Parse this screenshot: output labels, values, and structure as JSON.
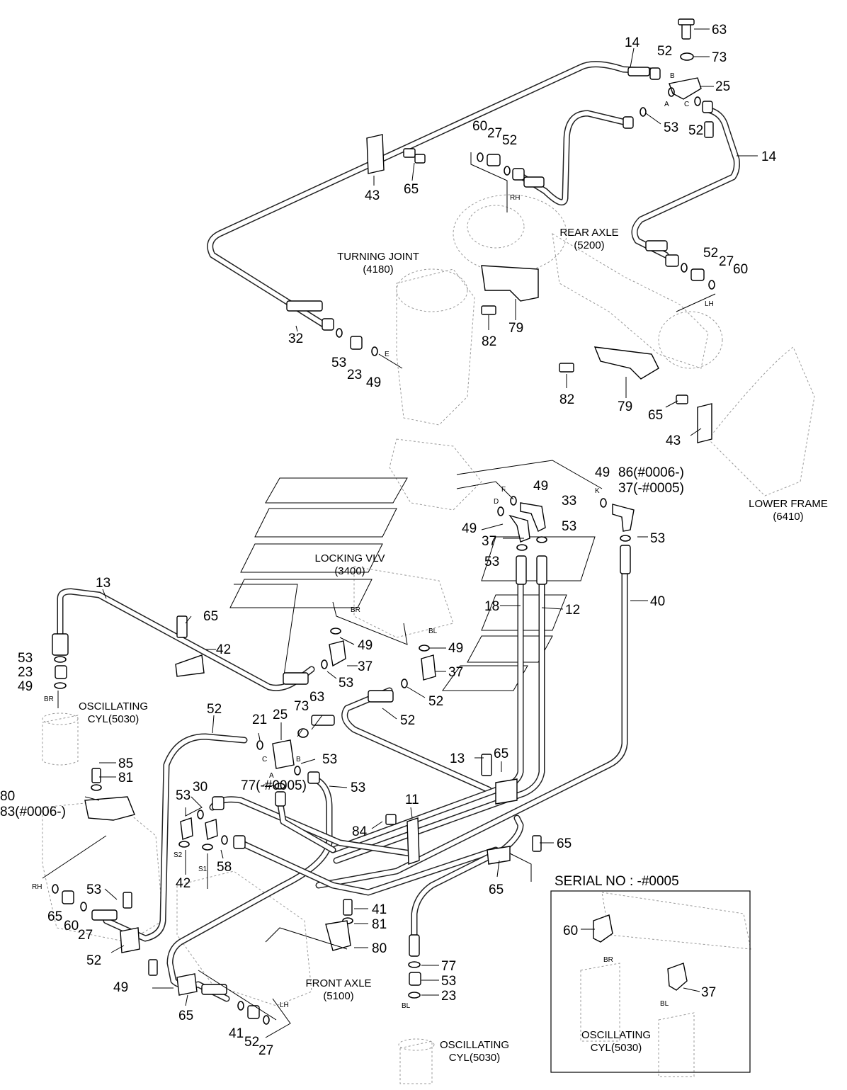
{
  "callouts": [
    "63",
    "73",
    "52",
    "14",
    "25",
    "53",
    "52",
    "14",
    "60",
    "27",
    "52",
    "43",
    "65",
    "52",
    "27",
    "60",
    "32",
    "53",
    "23",
    "49",
    "82",
    "79",
    "82",
    "79",
    "65",
    "43",
    "49",
    "86(#0006-)",
    "37(-#0005)",
    "49",
    "33",
    "49",
    "53",
    "37",
    "53",
    "53",
    "13",
    "65",
    "42",
    "53",
    "23",
    "49",
    "18",
    "12",
    "40",
    "49",
    "37",
    "49",
    "53",
    "37",
    "63",
    "73",
    "25",
    "52",
    "52",
    "21",
    "52",
    "53",
    "13",
    "65",
    "85",
    "81",
    "80",
    "83(#0006-)",
    "77(-#0005)",
    "53",
    "30",
    "53",
    "11",
    "84",
    "65",
    "65",
    "42",
    "58",
    "53",
    "65",
    "60",
    "27",
    "52",
    "41",
    "81",
    "80",
    "77",
    "53",
    "23",
    "49",
    "65",
    "41",
    "52",
    "27",
    "60",
    "37",
    "37"
  ],
  "labels": {
    "turning_joint": "TURNING JOINT",
    "turning_joint_code": "(4180)",
    "rear_axle": "REAR AXLE",
    "rear_axle_code": "(5200)",
    "locking_vlv": "LOCKING VLV",
    "locking_vlv_code": "(3400)",
    "lower_frame": "LOWER FRAME",
    "lower_frame_code": "(6410)",
    "osc_cyl_left": "OSCILLATING",
    "osc_cyl_left_code": "CYL(5030)",
    "osc_cyl_bottom": "OSCILLATING",
    "osc_cyl_bottom_code": "CYL(5030)",
    "front_axle": "FRONT AXLE",
    "front_axle_code": "(5100)",
    "inset_title": "SERIAL NO : -#0005",
    "inset_osc": "OSCILLATING",
    "inset_osc_code": "CYL(5030)"
  },
  "ports": {
    "rh": "RH",
    "lh": "LH",
    "a": "A",
    "b": "B",
    "c": "C",
    "e": "E",
    "f": "F",
    "d": "D",
    "k": "K",
    "br": "BR",
    "bl": "BL",
    "s1": "S1",
    "s2": "S2"
  }
}
